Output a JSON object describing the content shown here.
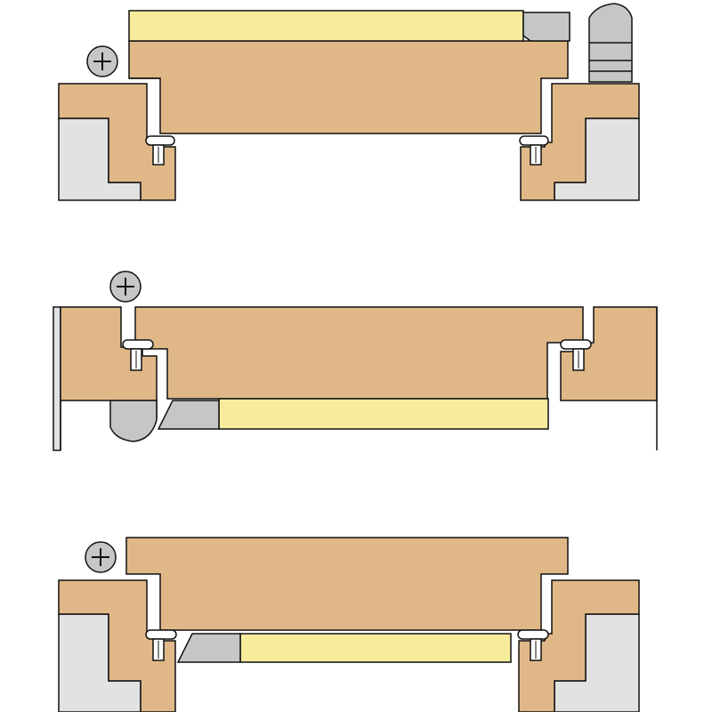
{
  "title": "",
  "colors": {
    "wood": "#e0b888",
    "wall": "#e2e2e2",
    "glazing": "#f6ec9c",
    "hardware": "#c6c6c6",
    "outline": "#111111",
    "background": "#ffffff"
  },
  "panels": [
    {
      "id": "section-1",
      "description_icon": "plus-icon",
      "glazing_bar": "top",
      "hinge_side": "right"
    },
    {
      "id": "section-2",
      "description_icon": "plus-icon",
      "glazing_bar": "bottom",
      "hinge_side": "left"
    },
    {
      "id": "section-3",
      "description_icon": "plus-icon",
      "glazing_bar": "inside",
      "hinge_side": "left"
    }
  ],
  "icons": [
    "plus-icon",
    "hinge-icon",
    "gasket-icon"
  ]
}
